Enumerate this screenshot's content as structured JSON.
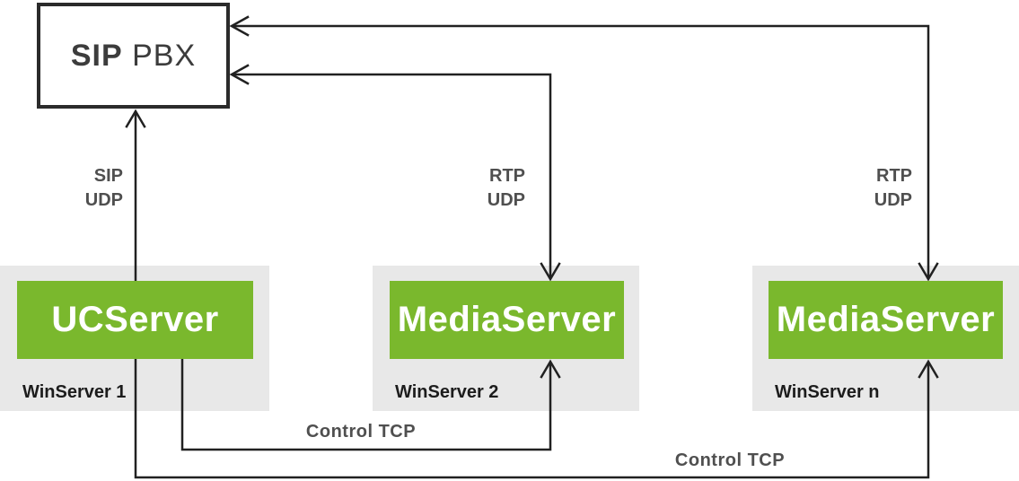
{
  "pbx": {
    "name_bold": "SIP",
    "name_regular": " PBX"
  },
  "servers": [
    {
      "name": "UCServer",
      "host": "WinServer 1"
    },
    {
      "name": "MediaServer",
      "host": "WinServer 2"
    },
    {
      "name": "MediaServer",
      "host": "WinServer n"
    }
  ],
  "connections": [
    {
      "id": "ucserver-to-pbx",
      "protocol": "SIP",
      "transport": "UDP"
    },
    {
      "id": "pbx-to-mediaserver-2",
      "protocol": "RTP",
      "transport": "UDP"
    },
    {
      "id": "pbx-to-mediaserver-n",
      "protocol": "RTP",
      "transport": "UDP"
    },
    {
      "id": "ucserver-to-mediaserver-2",
      "label": "Control TCP"
    },
    {
      "id": "ucserver-to-mediaserver-n",
      "label": "Control TCP"
    }
  ],
  "colors": {
    "server_green": "#7ab82d",
    "host_gray": "#e8e8e8",
    "line": "#212121",
    "label_text": "#4f4f4f",
    "pbx_border": "#2b2b2b"
  }
}
